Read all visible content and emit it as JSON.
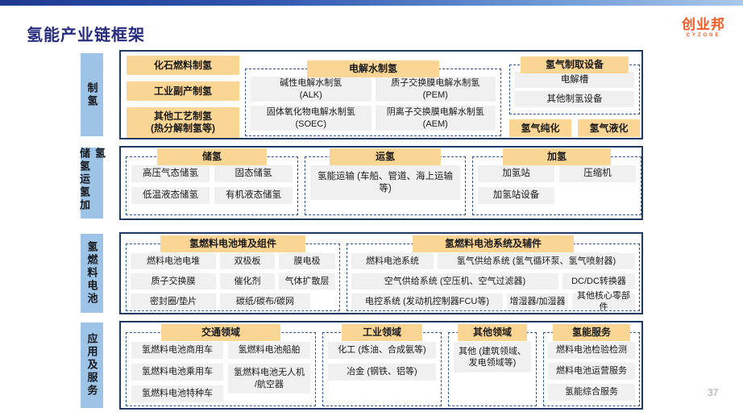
{
  "header": {
    "title": "氢能产业链框架",
    "logo_text": "创业邦",
    "logo_subtext": "CYZONE",
    "page_number": "37"
  },
  "colors": {
    "accent_orange": "#FBD593",
    "sidebar_blue": "#9DC3E6",
    "frame_navy": "#1F3864",
    "dashed_navy": "#2F5496",
    "title_navy": "#272C7F",
    "logo_orange": "#F15A24",
    "item_gray": "#F0F0F0"
  },
  "sections": {
    "production": {
      "sidebar": "制氢",
      "sources": [
        "化石燃料制氢",
        "工业副产制氢",
        "其他工艺制氢\n(热分解制氢等)"
      ],
      "electrolysis": {
        "header": "电解水制氢",
        "items": [
          "碱性电解水制氢\n(ALK)",
          "质子交换膜电解水制氢\n(PEM)",
          "固体氧化物电解水制氢\n(SOEC)",
          "阴离子交换膜电解水制氢\n(AEM)"
        ]
      },
      "equipment": {
        "header": "氢气制取设备",
        "items": [
          "电解槽",
          "其他制氢设备"
        ]
      },
      "processing": [
        "氢气纯化",
        "氢气液化"
      ]
    },
    "storage_transport": {
      "sidebar": "储氢运氢加氢",
      "storage": {
        "header": "储氢",
        "items": [
          "高压气态储氢",
          "固态储氢",
          "低温液态储氢",
          "有机液态储氢"
        ]
      },
      "transport": {
        "header": "运氢",
        "items": [
          "氢能运输 (车船、管道、海上运输等)"
        ]
      },
      "refueling": {
        "header": "加氢",
        "items": [
          "加氢站",
          "压缩机",
          "加氢站设备"
        ]
      }
    },
    "fuel_cell": {
      "sidebar": "氢燃料电池",
      "stack": {
        "header": "氢燃料电池堆及组件",
        "items": [
          "燃料电池电堆",
          "双极板",
          "膜电极",
          "质子交换膜",
          "催化剂",
          "气体扩散层",
          "密封圈/垫片",
          "碳纸/碳布/碳网"
        ]
      },
      "system": {
        "header": "氢燃料电池系统及辅件",
        "items": [
          "燃料电池系统",
          "氢气供给系统 (氢气循环泵、氢气喷射器)",
          "空气供给系统 (空压机、空气过滤器)",
          "DC/DC转换器",
          "电控系统 (发动机控制器FCU等)",
          "增湿器/加湿器",
          "其他核心零部件"
        ]
      }
    },
    "application": {
      "sidebar": "应用及服务",
      "transportation": {
        "header": "交通领域",
        "items": [
          "氢燃料电池商用车",
          "氢燃料电池乘用车",
          "氢燃料电池特种车",
          "氢燃料电池船舶",
          "氢燃料电池无人机\n/航空器"
        ]
      },
      "industrial": {
        "header": "工业领域",
        "items": [
          "化工 (炼油、合成氨等)",
          "冶金 (钢铁、铝等)"
        ]
      },
      "other": {
        "header": "其他领域",
        "items": [
          "其他 (建筑领域、\n发电领域等)"
        ]
      },
      "services": {
        "header": "氢能服务",
        "items": [
          "燃料电池检验检测",
          "燃料电池运营服务",
          "氢能综合服务"
        ]
      }
    }
  }
}
